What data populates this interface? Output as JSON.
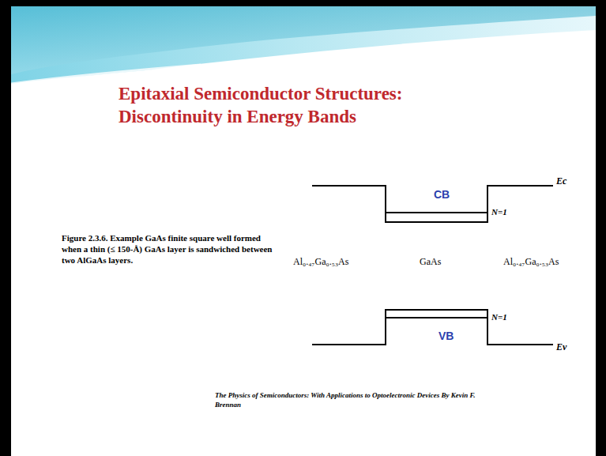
{
  "diagram": {
    "title": "Epitaxial Semiconductor Structures: Discontinuity in Energy Bands",
    "caption": "Figure 2.3.6. Example GaAs finite square well formed when a thin (≤ 150-Å) GaAs layer is sandwiched between two AlGaAs layers.",
    "labels": [
      "CB",
      "N=1",
      "Ec",
      "Al₀.₄₇Ga₀.₅₃As",
      "GaAs",
      "Al₀.₄₇Ga₀.₅₃As",
      "N=1",
      "VB",
      "Ev",
      "The Physics of Semiconductors: With Applications to Optoelectronic Devices By Kevin F. Brennan"
    ]
  }
}
